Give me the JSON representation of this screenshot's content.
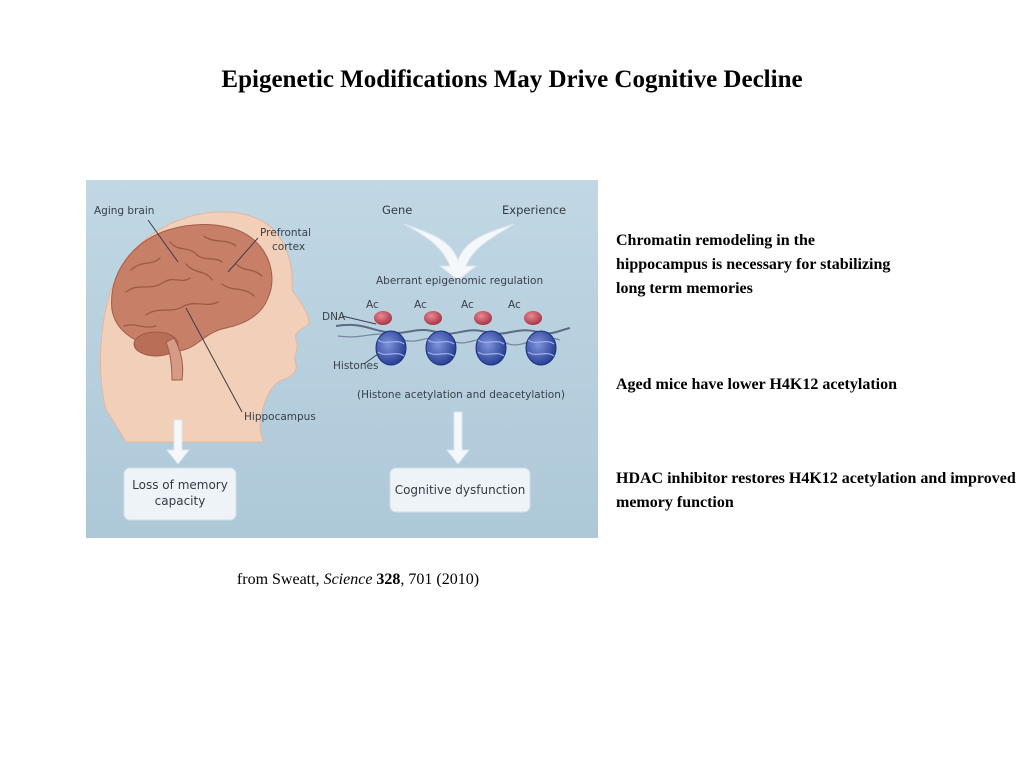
{
  "title": "Epigenetic Modifications May Drive Cognitive Decline",
  "figure": {
    "labels": {
      "aging_brain": "Aging brain",
      "prefrontal_line1": "Prefrontal",
      "prefrontal_line2": "cortex",
      "hippocampus": "Hippocampus",
      "gene": "Gene",
      "experience": "Experience",
      "aberrant": "Aberrant epigenomic regulation",
      "dna": "DNA",
      "histones": "Histones",
      "acetyl": "Ac",
      "acetylation_note": "(Histone acetylation and deacetylation)",
      "loss_line1": "Loss of memory",
      "loss_line2": "capacity",
      "cognitive": "Cognitive dysfunction"
    },
    "colors": {
      "background": "#b5cddc",
      "brain": "#c87f68",
      "head": "#f1cfb9",
      "histone": "#2f4aa8",
      "acetyl": "#c44a5c",
      "box": "#eef3f7"
    }
  },
  "caption": {
    "prefix": "from Sweatt, ",
    "journal": "Science",
    "volume": "328",
    "suffix": ", 701 (2010)"
  },
  "bullets": [
    "Chromatin remodeling in the hippocampus is necessary for stabilizing long term memories",
    "Aged mice have lower H4K12 acetylation",
    "HDAC inhibitor restores H4K12 acetylation and improved memory function"
  ]
}
